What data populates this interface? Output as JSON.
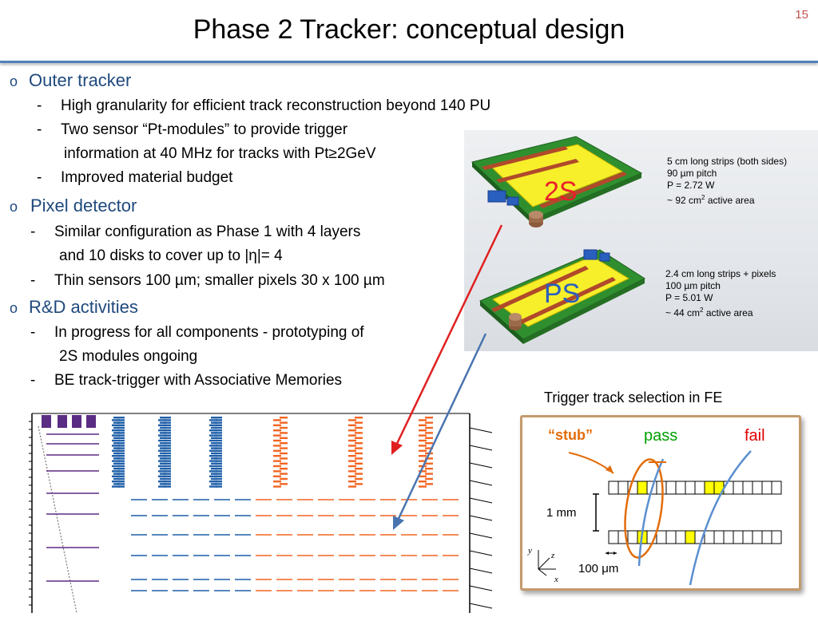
{
  "slide": {
    "title": "Phase 2 Tracker: conceptual design",
    "number": "15"
  },
  "bullets": {
    "outer": {
      "marker": "o",
      "heading": "Outer tracker",
      "items": [
        "High granularity for efficient track reconstruction beyond 140 PU",
        "Two sensor “Pt-modules” to provide trigger",
        "information at 40 MHz for tracks with Pt≥2GeV",
        "Improved material budget"
      ]
    },
    "pixel": {
      "marker": "o",
      "heading": "Pixel detector",
      "items": [
        "Similar configuration as Phase 1 with 4 layers",
        "and 10 disks to cover up to |η|= 4",
        "Thin sensors 100 µm; smaller pixels 30 x 100 µm"
      ]
    },
    "rnd": {
      "marker": "o",
      "heading": "R&D activities",
      "items": [
        "In progress for all components - prototyping of",
        "2S modules ongoing",
        "BE track-trigger with Associative Memories"
      ]
    },
    "dash": "-"
  },
  "modules": {
    "s2": {
      "label": "2S",
      "lines": [
        "5 cm long strips (both sides)",
        "90 µm pitch",
        "P = 2.72 W",
        "~ 92 cm",
        "2",
        " active area"
      ]
    },
    "ps": {
      "label": "PS",
      "lines": [
        "2.4 cm long strips + pixels",
        "100 µm pitch",
        "P = 5.01 W",
        "~ 44 cm",
        "2",
        " active area"
      ]
    }
  },
  "fe": {
    "title": "Trigger track selection in FE",
    "stub": "“stub”",
    "pass": "pass",
    "fail": "fail",
    "one_mm": "1 mm",
    "hundred_um": "100 μm",
    "axis_y": "y",
    "axis_z": "z",
    "axis_x": "x"
  },
  "colors": {
    "heading_blue": "#1f497d",
    "rule_blue": "#4f81bd",
    "pixel_purple": "#5b2c83",
    "strip_blue": "#1f5fa8",
    "ps_orange": "#f26522",
    "stub_orange": "#e36c0a",
    "pass_green": "#00a000",
    "fail_red": "#e00000",
    "hit_yellow": "#ffff00",
    "arrow_red": "#e02020",
    "arrow_blue": "#4a74b0",
    "box_border": "#c49a6c"
  }
}
